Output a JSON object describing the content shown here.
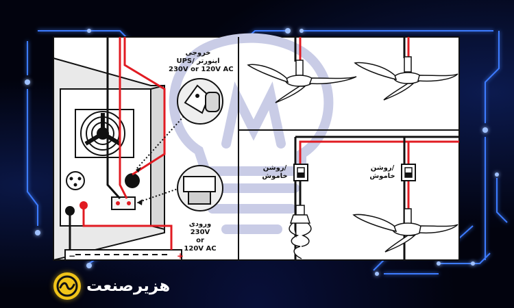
{
  "labels": {
    "ups_output": {
      "line1": "خروجی",
      "line2": "UPS/ اینورتر",
      "line3": "230V or 120V AC"
    },
    "ups_input": {
      "line1": "ورودی",
      "line2": "230V",
      "line3": "or",
      "line4": "120V AC"
    },
    "switch_left": {
      "line1": "روشن/",
      "line2": "خاموش"
    },
    "switch_right": {
      "line1": "روشن/",
      "line2": "خاموش"
    }
  },
  "brand": {
    "name": "هزیرصنعت"
  },
  "colors": {
    "wire_live": "#e11b22",
    "wire_neutral": "#111111",
    "frame_glow": "#3d7bff",
    "panel": "#ffffff",
    "bulb_watermark": "#c9cce6",
    "logo": "#f0c419"
  }
}
